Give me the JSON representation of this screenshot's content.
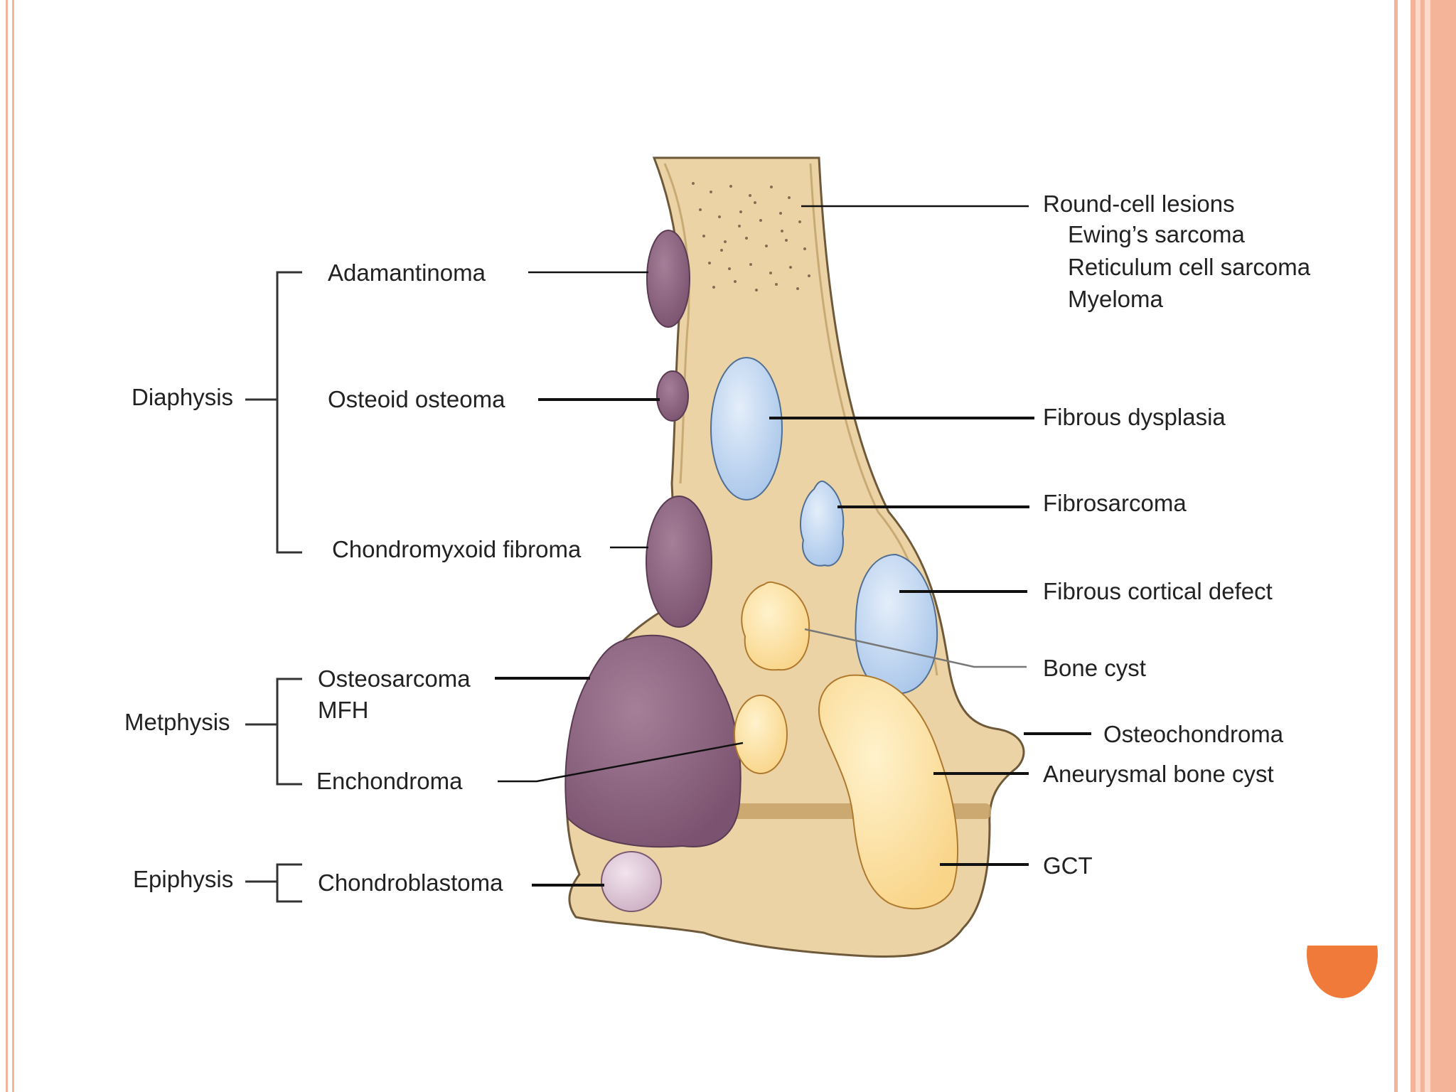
{
  "groups": {
    "diaphysis": "Diaphysis",
    "metaphysis": "Metphysis",
    "epiphysis": "Epiphysis"
  },
  "left_labels": {
    "adamantinoma": "Adamantinoma",
    "osteoid_osteoma": "Osteoid osteoma",
    "chondromyxoid_fibroma": "Chondromyxoid fibroma",
    "osteosarcoma": "Osteosarcoma",
    "mfh": "MFH",
    "enchondroma": "Enchondroma",
    "chondroblastoma": "Chondroblastoma"
  },
  "right_labels": {
    "round_cell_lesions": "Round-cell lesions",
    "ewings_sarcoma": "Ewing’s sarcoma",
    "reticulum_cell_sarcoma": "Reticulum cell sarcoma",
    "myeloma": "Myeloma",
    "fibrous_dysplasia": "Fibrous dysplasia",
    "fibrosarcoma": "Fibrosarcoma",
    "fibrous_cortical_defect": "Fibrous cortical defect",
    "bone_cyst": "Bone cyst",
    "osteochondroma": "Osteochondroma",
    "aneurysmal_bone_cyst": "Aneurysmal bone cyst",
    "gct": "GCT"
  },
  "colors": {
    "bone": "#ecd3a6",
    "bone_outline": "#6e5a3a",
    "purple_lesion": "#8e6581",
    "blue_lesion": "#b9d2ee",
    "yellow_lesion": "#fbdf9d",
    "frame": "#f3b49a",
    "accent": "#f07a3a"
  }
}
